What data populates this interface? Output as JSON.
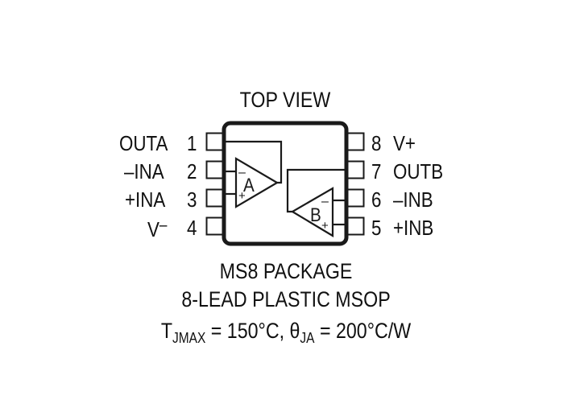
{
  "diagram": {
    "title": "TOP VIEW",
    "package": {
      "name": "MS8 PACKAGE",
      "description": "8-LEAD PLASTIC MSOP",
      "thermal": {
        "tj_symbol": "T",
        "tj_sub": "JMAX",
        "tj_value": " = 150°C, ",
        "theta_symbol": "θ",
        "theta_sub": "JA",
        "theta_value": " = 200°C/W"
      }
    },
    "pins_left": [
      {
        "num": "1",
        "name": "OUTA"
      },
      {
        "num": "2",
        "name": "–INA"
      },
      {
        "num": "3",
        "name": "+INA"
      },
      {
        "num": "4",
        "name": "V–"
      }
    ],
    "pins_right": [
      {
        "num": "8",
        "name": "V+"
      },
      {
        "num": "7",
        "name": "OUTB"
      },
      {
        "num": "6",
        "name": "–INB"
      },
      {
        "num": "5",
        "name": "+INB"
      }
    ],
    "amplifiers": [
      {
        "label": "A",
        "minus": "–",
        "plus": "+"
      },
      {
        "label": "B",
        "minus": "–",
        "plus": "+"
      }
    ],
    "colors": {
      "stroke": "#1a1a1a",
      "background": "#ffffff"
    }
  }
}
